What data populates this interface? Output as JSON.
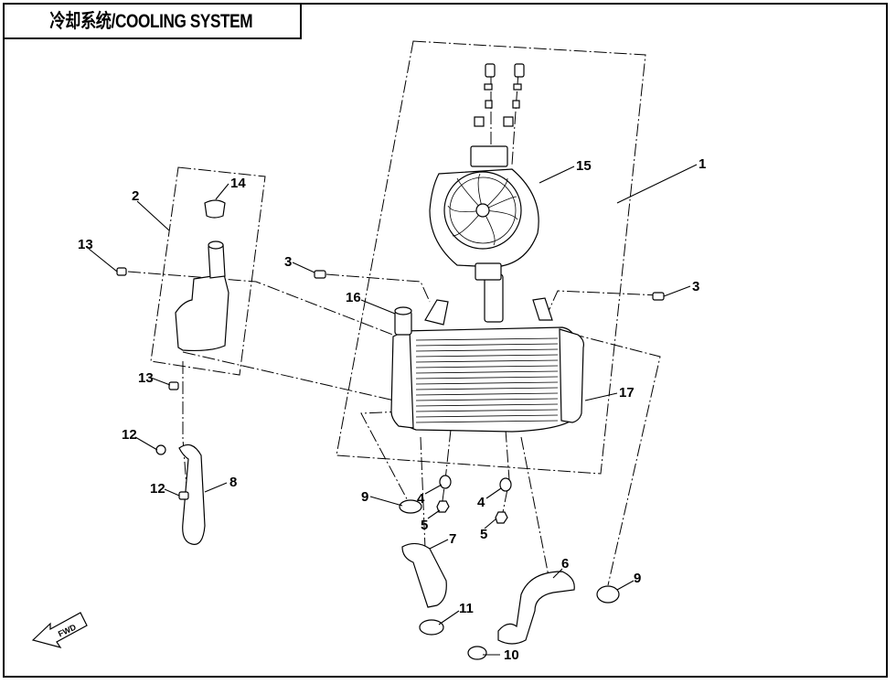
{
  "title": "冷却系统/COOLING SYSTEM",
  "fwd_label": "FWD",
  "callouts": [
    "1",
    "2",
    "3",
    "3",
    "4",
    "4",
    "5",
    "5",
    "6",
    "7",
    "8",
    "9",
    "9",
    "10",
    "11",
    "12",
    "12",
    "13",
    "13",
    "14",
    "15",
    "16",
    "17"
  ]
}
